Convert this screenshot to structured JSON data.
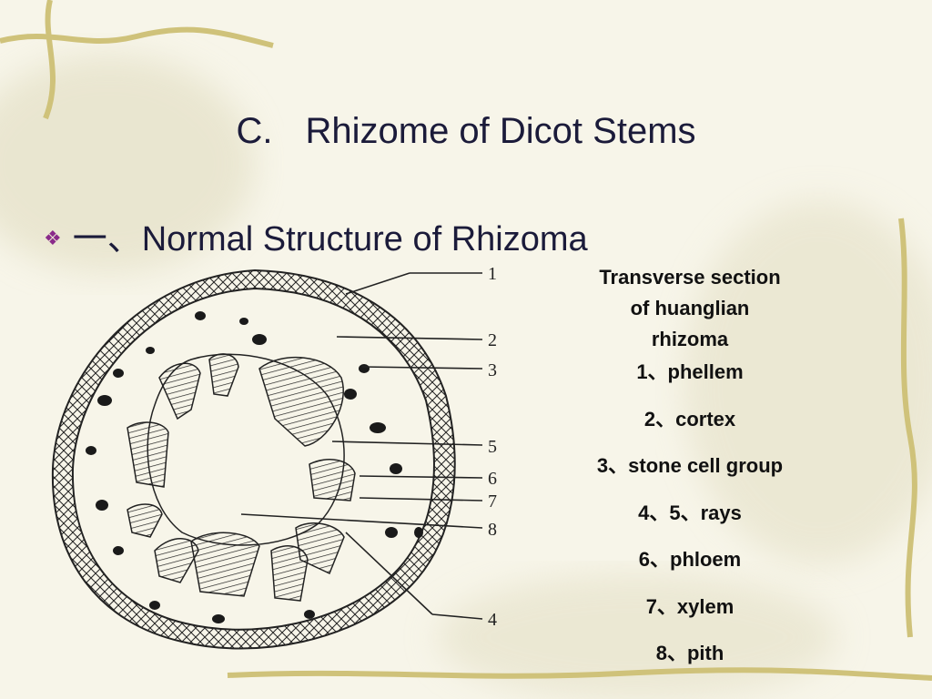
{
  "slide": {
    "title_letter": "C.",
    "title_text": "Rhizome of Dicot Stems",
    "bullet_icon": "diamond-bullet-icon",
    "bullet_text": "一、Normal Structure of Rhizoma",
    "diagram_numbers": [
      "1",
      "2",
      "3",
      "5",
      "6",
      "7",
      "8",
      "4"
    ],
    "legend": {
      "caption_lines": [
        "Transverse section",
        "of huanglian",
        "rhizoma"
      ],
      "items": [
        "1、phellem",
        "2、cortex",
        "3、stone cell group",
        "4、5、rays",
        "6、phloem",
        "7、xylem",
        "8、pith"
      ]
    }
  },
  "colors": {
    "title": "#1b1b3a",
    "bullet": "#8a2a8a",
    "background": "#f7f5e9",
    "vine": "#cfc27a"
  }
}
